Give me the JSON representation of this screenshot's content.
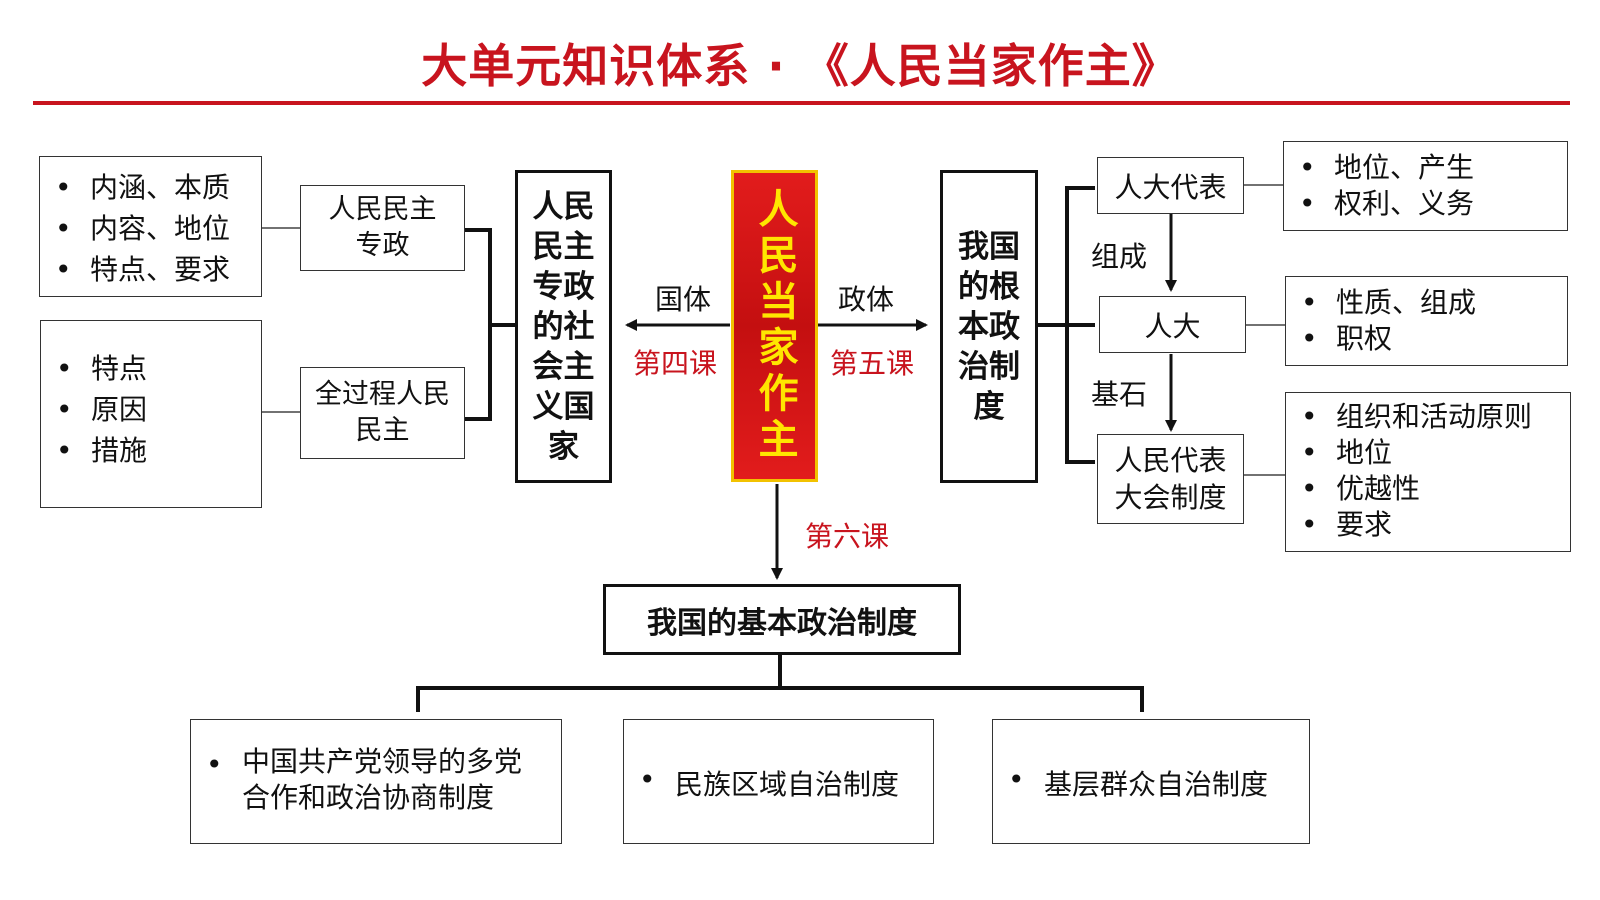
{
  "title": "大单元知识体系 · 《人民当家作主》",
  "core": "人民当家作主",
  "left": {
    "state_box": "人民民主专政的社会主义国家",
    "sub": [
      {
        "label": "人民民主专政",
        "points": [
          "内涵、本质",
          "内容、地位",
          "特点、要求"
        ]
      },
      {
        "label": "全过程人民民主",
        "points": [
          "特点",
          "原因",
          "措施"
        ]
      }
    ],
    "relation": "国体",
    "lesson": "第四课"
  },
  "right": {
    "system_box": "我国的根本政治制度",
    "relation": "政体",
    "lesson": "第五课",
    "chain": [
      {
        "label": "人大代表",
        "points": [
          "地位、产生",
          "权利、义务"
        ]
      },
      {
        "label": "人大",
        "points": [
          "性质、组成",
          "职权"
        ]
      },
      {
        "label": "人民代表大会制度",
        "points": [
          "组织和活动原则",
          "地位",
          "优越性",
          "要求"
        ]
      }
    ],
    "link1": "组成",
    "link2": "基石"
  },
  "bottom": {
    "lesson": "第六课",
    "main": "我国的基本政治制度",
    "items": [
      "中国共产党领导的多党合作和政治协商制度",
      "民族区域自治制度",
      "基层群众自治制度"
    ]
  }
}
